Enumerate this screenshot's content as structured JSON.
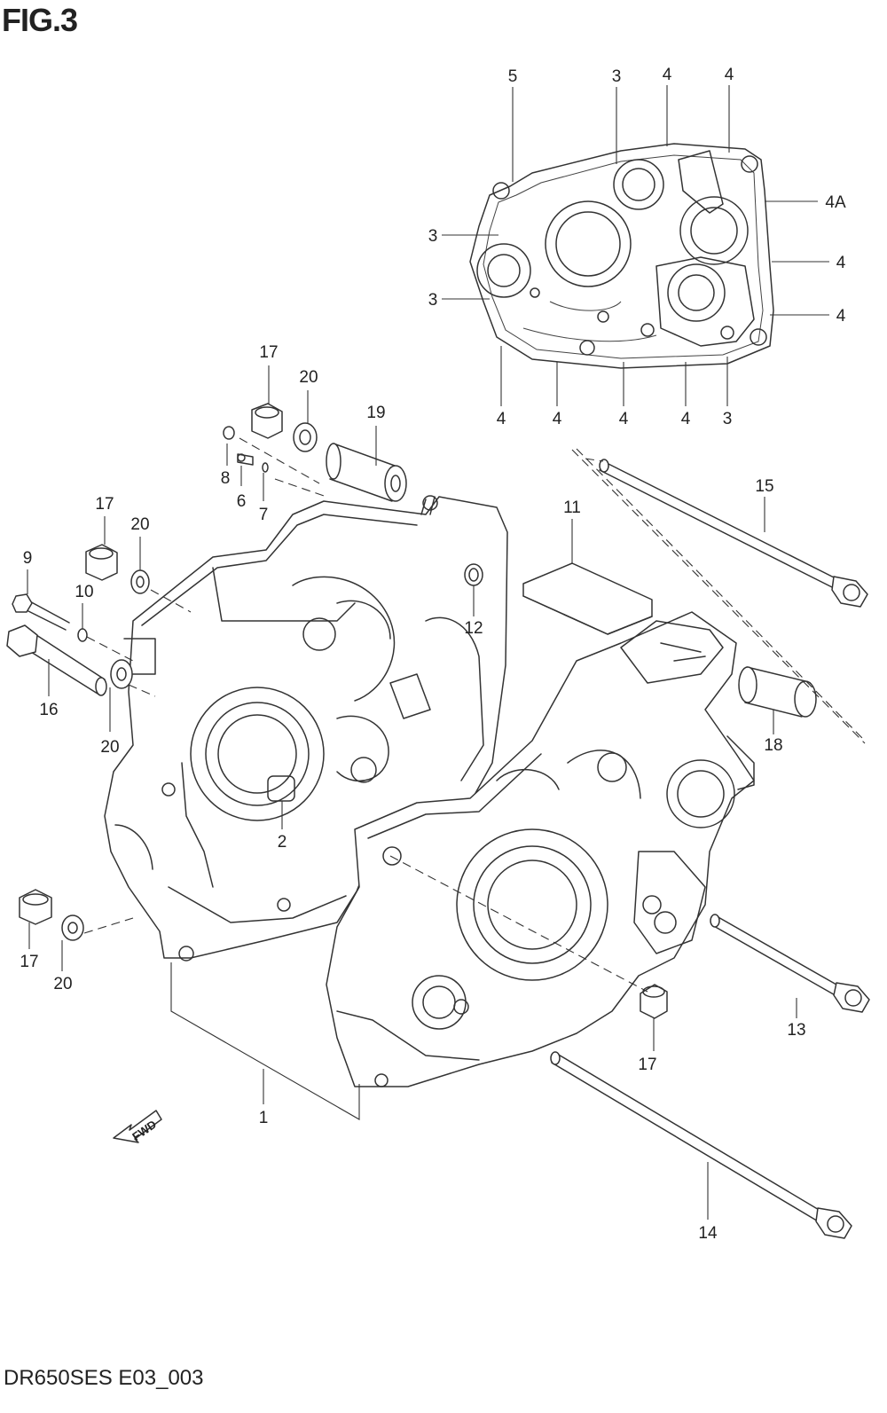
{
  "figure": {
    "title": "FIG.3",
    "code": "DR650SES E03_003"
  },
  "fwd_arrow": {
    "label": "FWD"
  },
  "callouts": [
    {
      "id": "c-5",
      "text": "5"
    },
    {
      "id": "c-3a",
      "text": "3"
    },
    {
      "id": "c-4a",
      "text": "4"
    },
    {
      "id": "c-4b",
      "text": "4"
    },
    {
      "id": "c-4A",
      "text": "4A"
    },
    {
      "id": "c-3b",
      "text": "3"
    },
    {
      "id": "c-4c",
      "text": "4"
    },
    {
      "id": "c-3c",
      "text": "3"
    },
    {
      "id": "c-4d",
      "text": "4"
    },
    {
      "id": "c-4e",
      "text": "4"
    },
    {
      "id": "c-4f",
      "text": "4"
    },
    {
      "id": "c-4g",
      "text": "4"
    },
    {
      "id": "c-4h",
      "text": "4"
    },
    {
      "id": "c-3d",
      "text": "3"
    },
    {
      "id": "c-17a",
      "text": "17"
    },
    {
      "id": "c-20a",
      "text": "20"
    },
    {
      "id": "c-19",
      "text": "19"
    },
    {
      "id": "c-8",
      "text": "8"
    },
    {
      "id": "c-6",
      "text": "6"
    },
    {
      "id": "c-7",
      "text": "7"
    },
    {
      "id": "c-15",
      "text": "15"
    },
    {
      "id": "c-11",
      "text": "11"
    },
    {
      "id": "c-17b",
      "text": "17"
    },
    {
      "id": "c-20b",
      "text": "20"
    },
    {
      "id": "c-9",
      "text": "9"
    },
    {
      "id": "c-10",
      "text": "10"
    },
    {
      "id": "c-12",
      "text": "12"
    },
    {
      "id": "c-16",
      "text": "16"
    },
    {
      "id": "c-20c",
      "text": "20"
    },
    {
      "id": "c-18",
      "text": "18"
    },
    {
      "id": "c-2",
      "text": "2"
    },
    {
      "id": "c-17c",
      "text": "17"
    },
    {
      "id": "c-20d",
      "text": "20"
    },
    {
      "id": "c-13",
      "text": "13"
    },
    {
      "id": "c-17d",
      "text": "17"
    },
    {
      "id": "c-1",
      "text": "1"
    },
    {
      "id": "c-14",
      "text": "14"
    }
  ]
}
